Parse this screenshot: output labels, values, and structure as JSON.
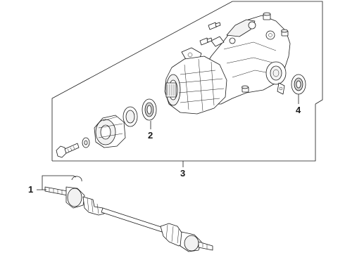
{
  "diagram": {
    "callouts": [
      {
        "id": "1",
        "label": "1"
      },
      {
        "id": "2",
        "label": "2"
      },
      {
        "id": "3",
        "label": "3"
      },
      {
        "id": "4",
        "label": "4"
      }
    ],
    "parts": [
      {
        "callout": "1",
        "icon": "axle-shaft-icon"
      },
      {
        "callout": "2",
        "icon": "oil-seal-icon"
      },
      {
        "callout": "3",
        "icon": "differential-assembly-icon"
      },
      {
        "callout": "4",
        "icon": "oil-seal-icon"
      }
    ]
  }
}
